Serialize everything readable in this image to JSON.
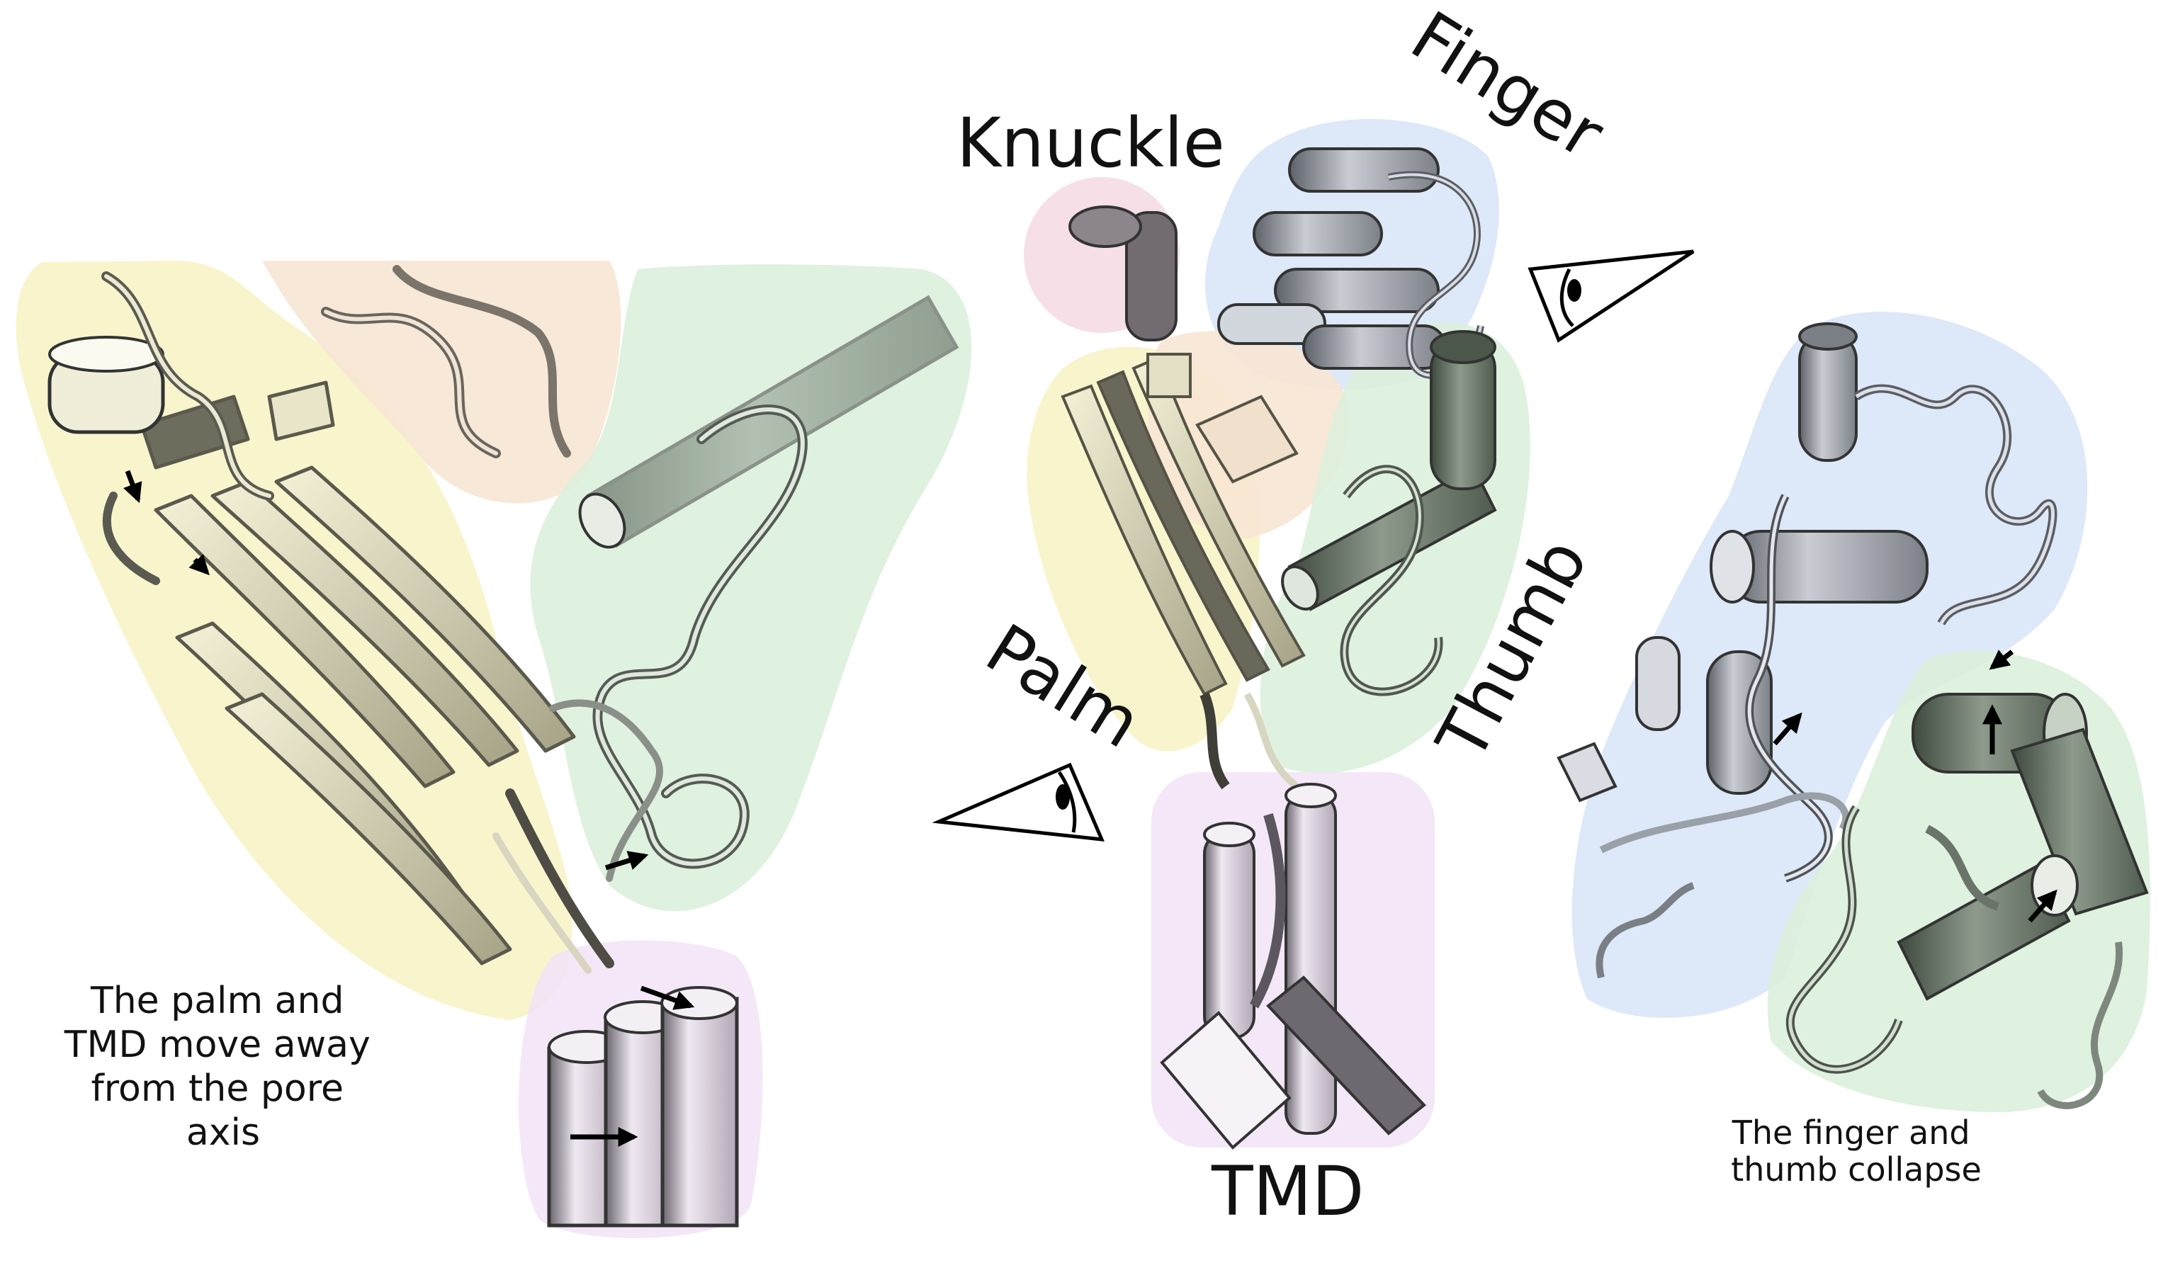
{
  "labels": {
    "knuckle": "Knuckle",
    "finger": "Finger",
    "palm": "Palm",
    "thumb": "Thumb",
    "tmd": "TMD"
  },
  "captions": {
    "left": [
      "The palm and",
      "TMD move away",
      "from the pore",
      "axis"
    ],
    "right": [
      "The finger and",
      "thumb collapse"
    ]
  },
  "colors": {
    "palm": "#f7f4c8",
    "thumb": "#dcefdc",
    "finger": "#d9e6f7",
    "knuckle": "#f5dce4",
    "tmd": "#f2e4f7",
    "beta": "#efeccd",
    "protein_dark": "#6c6a5e",
    "helix_grey": "#8f939b",
    "helix_green": "#5f6d5f",
    "helix_lilac": "#d7ccd9"
  },
  "icons": [
    "eye-icon",
    "arrow-icon"
  ]
}
